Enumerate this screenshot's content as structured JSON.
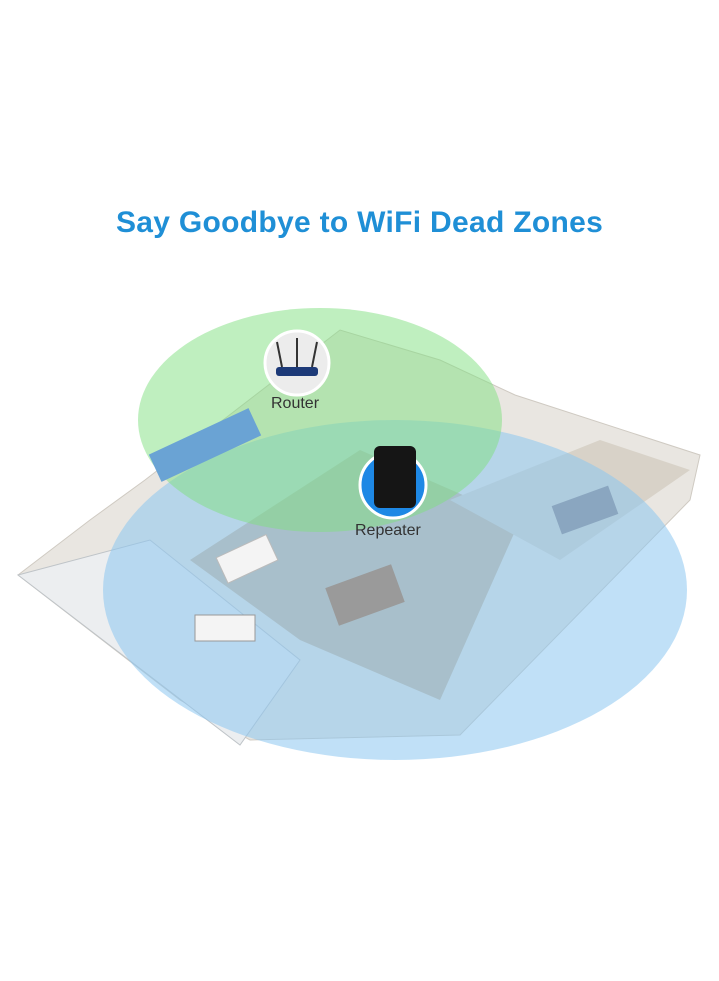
{
  "title": "Say Goodbye to WiFi Dead Zones",
  "labels": {
    "router": "Router",
    "repeater": "Repeater"
  },
  "colors": {
    "title": "#1f8fd6",
    "router_coverage": "#7be07b",
    "repeater_coverage": "#6fb6ec"
  }
}
